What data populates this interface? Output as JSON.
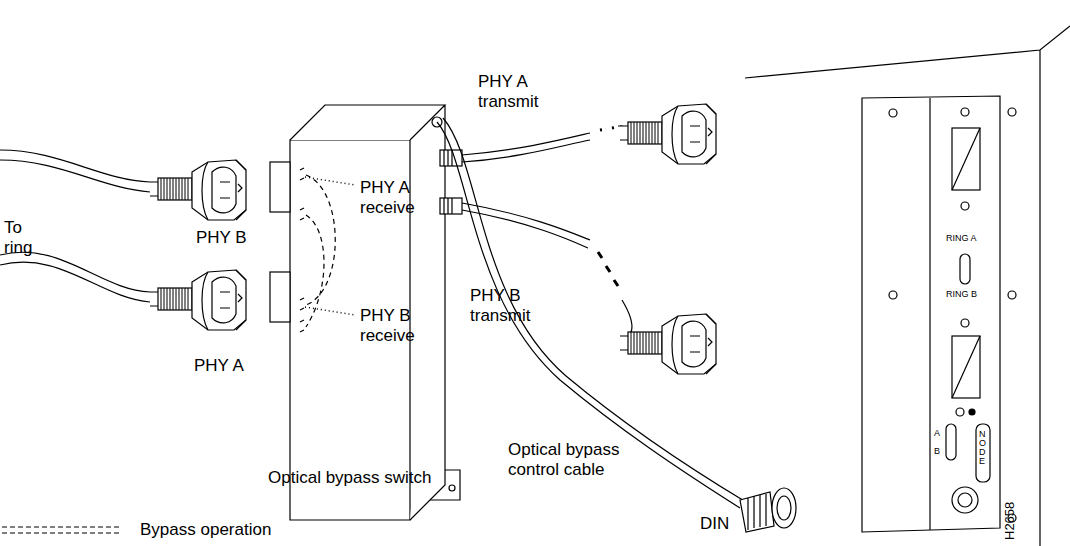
{
  "diagram": {
    "labels": [
      "PHY A transmit",
      "PHY A receive",
      "To ring",
      "PHY B",
      "PHY B receive",
      "PHY B transmit",
      "PHY A",
      "Optical bypass switch",
      "Optical bypass control cable",
      "DIN",
      "RING A",
      "RING B",
      "A",
      "B",
      "NODE",
      "H2658"
    ],
    "legend": [
      {
        "text": "Bypass operation"
      }
    ]
  }
}
